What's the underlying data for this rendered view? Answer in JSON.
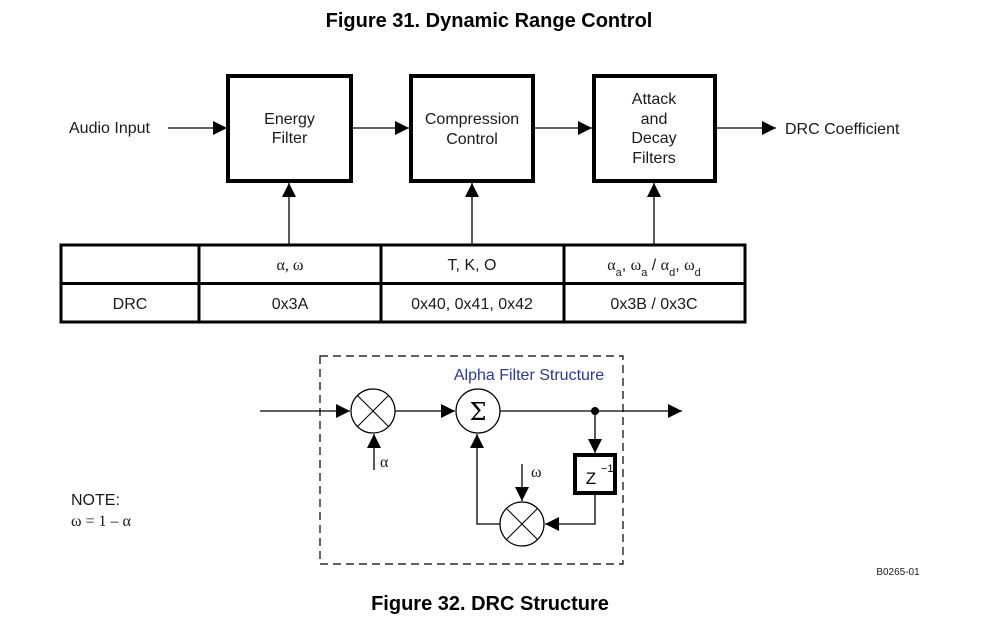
{
  "figure31": {
    "title": "Figure 31.  Dynamic Range Control",
    "input_label": "Audio Input",
    "output_label": "DRC Coefficient",
    "blocks": [
      {
        "lines": [
          "Energy",
          "Filter"
        ]
      },
      {
        "lines": [
          "Compression",
          "Control"
        ]
      },
      {
        "lines": [
          "Attack",
          "and",
          "Decay",
          "Filters"
        ]
      }
    ],
    "table": {
      "header": [
        "",
        "α, ω",
        "T, K, O",
        "αa, ωa / αd, ωd"
      ],
      "header_rich": {
        "col3": [
          {
            "t": "α",
            "greek": true
          },
          {
            "t": "a",
            "sub": true
          },
          {
            "t": ", "
          },
          {
            "t": "ω",
            "greek": true
          },
          {
            "t": "a",
            "sub": true
          },
          {
            "t": " / "
          },
          {
            "t": "α",
            "greek": true
          },
          {
            "t": "d",
            "sub": true
          },
          {
            "t": ", "
          },
          {
            "t": "ω",
            "greek": true
          },
          {
            "t": "d",
            "sub": true
          }
        ]
      },
      "rows": [
        [
          "DRC",
          "0x3A",
          "0x40, 0x41, 0x42",
          "0x3B / 0x3C"
        ]
      ]
    }
  },
  "figure32": {
    "title": "Figure 32.  DRC Structure",
    "box_label": "Alpha Filter Structure",
    "sum_symbol": "Σ",
    "alpha_symbol": "α",
    "omega_symbol": "ω",
    "delay_base": "Z",
    "delay_exp": "−1",
    "note_title": "NOTE:",
    "note_text": "ω = 1 – α",
    "figure_id": "B0265-01",
    "label_color": "#2e3a8c"
  }
}
